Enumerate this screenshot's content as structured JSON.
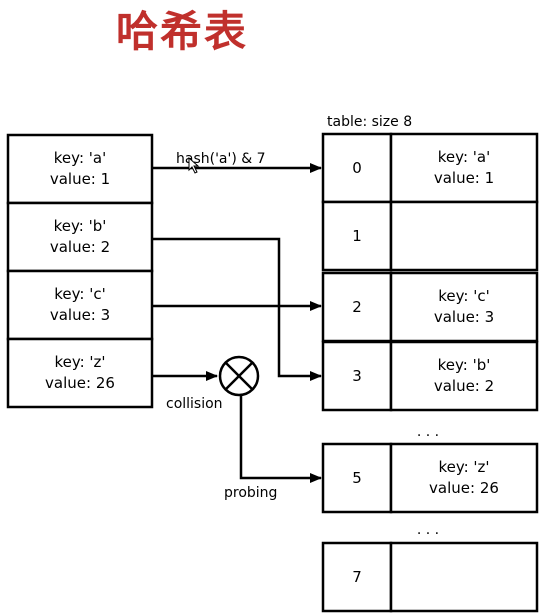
{
  "title": "哈希表",
  "colors": {
    "title": "#c0302c",
    "line": "#000000"
  },
  "table_label": "table: size 8",
  "entries": [
    {
      "key": "key: 'a'",
      "value": "value: 1"
    },
    {
      "key": "key: 'b'",
      "value": "value: 2"
    },
    {
      "key": "key: 'c'",
      "value": "value: 3"
    },
    {
      "key": "key: 'z'",
      "value": "value: 26"
    }
  ],
  "slots": [
    {
      "index": "0",
      "key": "key: 'a'",
      "value": "value: 1"
    },
    {
      "index": "1",
      "key": "",
      "value": ""
    },
    {
      "index": "2",
      "key": "key: 'c'",
      "value": "value: 3"
    },
    {
      "index": "3",
      "key": "key: 'b'",
      "value": "value: 2"
    },
    {
      "index": "5",
      "key": "key: 'z'",
      "value": "value: 26"
    },
    {
      "index": "7",
      "key": "",
      "value": ""
    }
  ],
  "edge_labels": {
    "hash": "hash('a') & 7",
    "collision": "collision",
    "probing": "probing"
  },
  "ellipsis": ". . ."
}
